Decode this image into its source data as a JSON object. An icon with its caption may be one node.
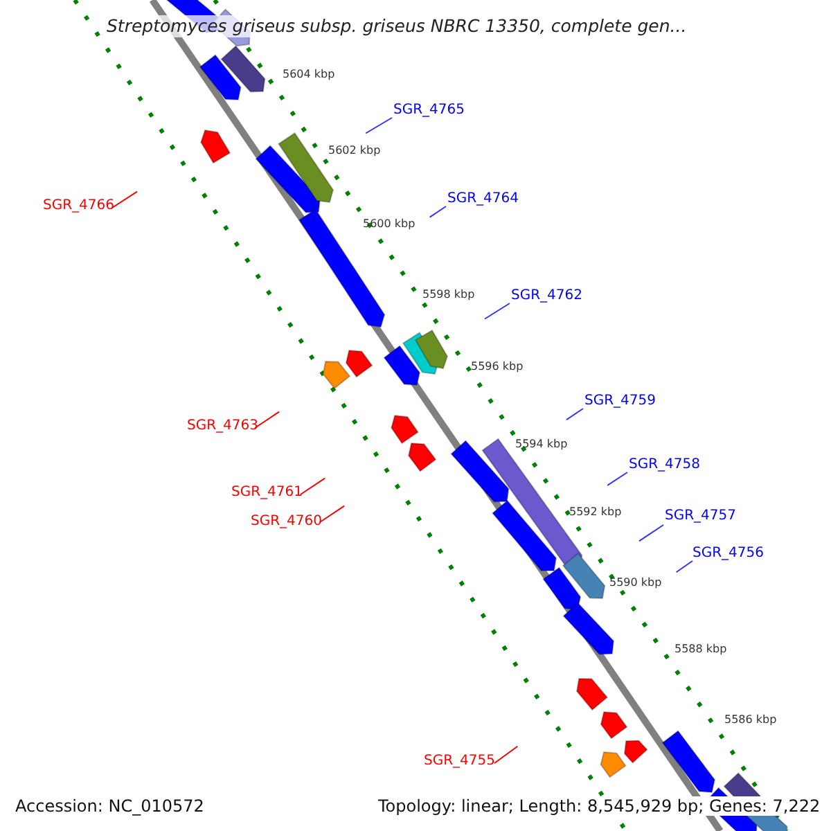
{
  "diagram": {
    "title": "Streptomyces griseus subsp. griseus NBRC 13350, complete gen...",
    "nodes": [
      {
        "text": [
          "SGR_4765"
        ]
      },
      {
        "text": [
          "SGR_4766"
        ]
      },
      {
        "text": [
          "SGR_4764"
        ]
      },
      {
        "text": [
          "SGR_4762"
        ]
      },
      {
        "text": [
          "SGR_4759"
        ]
      },
      {
        "text": [
          "SGR_4763"
        ]
      },
      {
        "text": [
          "SGR_4758"
        ]
      },
      {
        "text": [
          "SGR_4761"
        ]
      },
      {
        "text": [
          "SGR_4757"
        ]
      },
      {
        "text": [
          "SGR_4760"
        ]
      },
      {
        "text": [
          "SGR_4756"
        ]
      },
      {
        "text": [
          "SGR_4755"
        ]
      }
    ],
    "edges": [
      {
        "from": 0,
        "to": null,
        "arrow": "none"
      },
      {
        "from": 1,
        "to": null,
        "arrow": "none",
        "color": "#ff0000"
      },
      {
        "from": 2,
        "to": null,
        "arrow": "none"
      },
      {
        "from": 3,
        "to": null,
        "arrow": "none"
      },
      {
        "from": 4,
        "to": null,
        "arrow": "none"
      },
      {
        "from": 5,
        "to": null,
        "arrow": "none",
        "color": "#ff0000"
      },
      {
        "from": 6,
        "to": null,
        "arrow": "none"
      },
      {
        "from": 7,
        "to": null,
        "arrow": "none",
        "color": "#ff0000"
      },
      {
        "from": 8,
        "to": null,
        "arrow": "none"
      },
      {
        "from": 9,
        "to": null,
        "arrow": "none",
        "color": "#ff0000"
      },
      {
        "from": 10,
        "to": null,
        "arrow": "none"
      },
      {
        "from": 11,
        "to": null,
        "arrow": "none",
        "color": "#ff0000"
      }
    ],
    "labels": [
      "5604 kbp",
      "5602 kbp",
      "5600 kbp",
      "5598 kbp",
      "5596 kbp",
      "5594 kbp",
      "5592 kbp",
      "5590 kbp",
      "5588 kbp",
      "5586 kbp",
      "Accession: NC_010572",
      "Topology: linear; Length: 8,545,929 bp; Genes: 7,222"
    ]
  }
}
